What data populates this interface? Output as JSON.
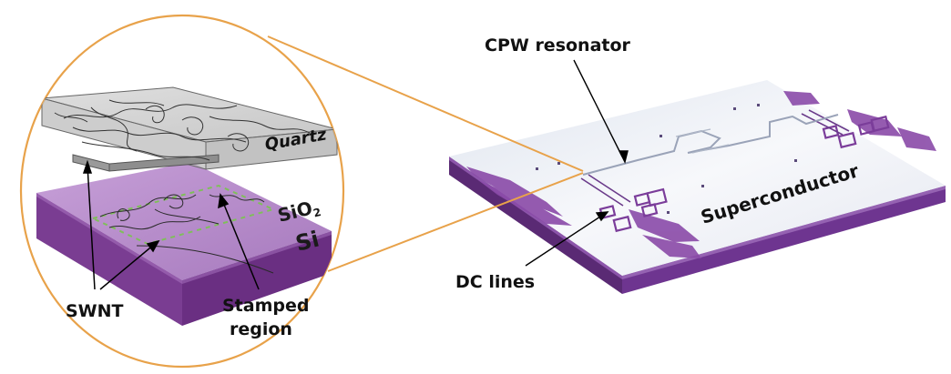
{
  "labels": {
    "cpw_resonator": "CPW resonator",
    "dc_lines": "DC lines",
    "superconductor": "Superconductor",
    "quartz": "Quartz",
    "sio2_base": "SiO",
    "sio2_sub": "2",
    "si": "Si",
    "swnt": "SWNT",
    "stamped_line1": "Stamped",
    "stamped_line2": "region"
  },
  "colors": {
    "callout_orange": "#e8a24a",
    "si_purple": "#7a3d92",
    "sio2_lilac": "#b07cc6",
    "chip_surface": "#eef0f6",
    "electrode_purple": "#8a4aa8"
  }
}
